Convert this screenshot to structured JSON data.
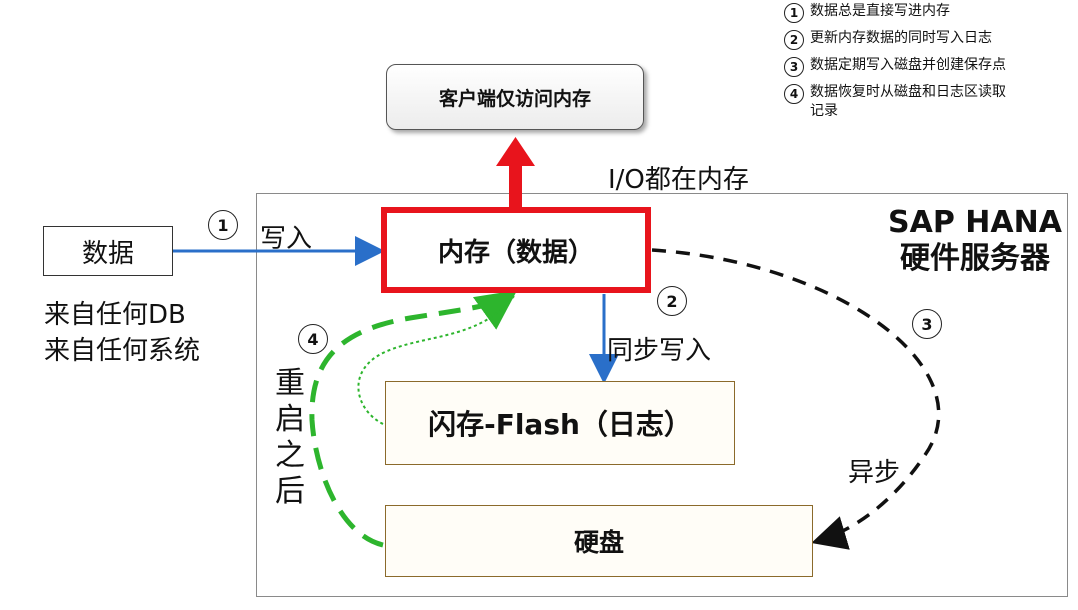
{
  "legend": [
    {
      "num": "1",
      "text": "数据总是直接写进内存"
    },
    {
      "num": "2",
      "text": "更新内存数据的同时写入日志"
    },
    {
      "num": "3",
      "text": "数据定期写入磁盘并创建保存点"
    },
    {
      "num": "4",
      "text": "数据恢复时从磁盘和日志区读取记录"
    }
  ],
  "nodes": {
    "client": "客户端仅访问内存",
    "memory": "内存（数据）",
    "data": "数据",
    "flash": "闪存-Flash（日志）",
    "disk": "硬盘"
  },
  "labels": {
    "io_in_memory": "I/O都在内存",
    "server": "SAP HANA硬件服务器",
    "write_in": "写入",
    "sync_write": "同步写入",
    "async": "异步",
    "source_db": "来自任何DB",
    "source_system": "来自任何系统",
    "restart_after": "重启之后"
  },
  "steps": {
    "one": "1",
    "two": "2",
    "three": "3",
    "four": "4"
  },
  "colors": {
    "memory_border": "#e8141c",
    "up_arrow": "#e8141c",
    "blue_arrow": "#2a6fc9",
    "async_arrow": "#111111",
    "restart_arrow": "#2db52d"
  }
}
